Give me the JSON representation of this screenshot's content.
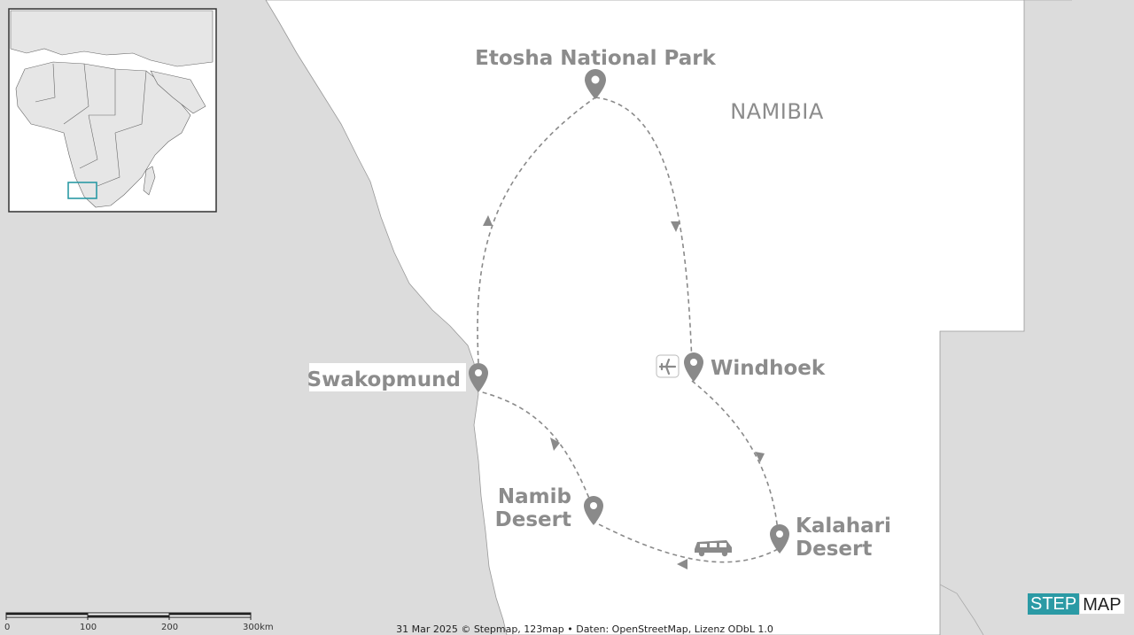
{
  "map": {
    "country_label": "NAMIBIA",
    "places": [
      {
        "id": "etosha",
        "lines": [
          "Etosha National Park"
        ]
      },
      {
        "id": "swakopmund",
        "lines": [
          "Swakopmund"
        ]
      },
      {
        "id": "windhoek",
        "lines": [
          "Windhoek"
        ]
      },
      {
        "id": "namib",
        "lines": [
          "Namib",
          "Desert"
        ]
      },
      {
        "id": "kalahari",
        "lines": [
          "Kalahari",
          "Desert"
        ]
      }
    ],
    "icons": [
      "airplane-icon",
      "car-icon",
      "location-pin-icon",
      "arrow-icon"
    ]
  },
  "scale": {
    "ticks": [
      "0",
      "100",
      "200",
      "300km"
    ]
  },
  "attribution": "31 Mar 2025 © Stepmap, 123map • Daten: OpenStreetMap, Lizenz ODbL 1.0",
  "logo": {
    "part1": "STEP",
    "part2": "MAP"
  },
  "colors": {
    "land_outside": "#dcdcdc",
    "namibia": "#ffffff",
    "label": "#8c8c8c",
    "route": "#8a8a8a",
    "highlight": "#2b9aa5"
  }
}
